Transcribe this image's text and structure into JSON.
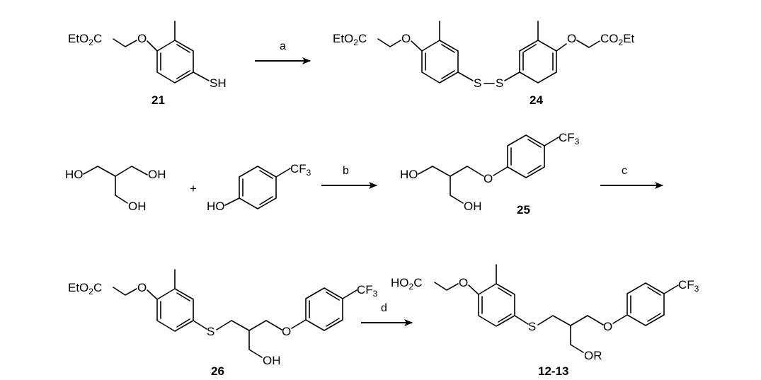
{
  "scheme": {
    "compounds": {
      "c21": "21",
      "c24": "24",
      "c25": "25",
      "c26": "26",
      "c1213": "12-13"
    },
    "reagents": {
      "a": "a",
      "b": "b",
      "c": "c",
      "d": "d"
    },
    "plus": "+",
    "atoms": {
      "eto": "EtO",
      "ho": "HO",
      "c": "C",
      "o": "O",
      "s": "S",
      "sh": "SH",
      "oh": "OH",
      "or": "OR",
      "cf": "CF",
      "et": "Et",
      "co": "CO",
      "sub2": "2",
      "sub3": "3"
    }
  }
}
